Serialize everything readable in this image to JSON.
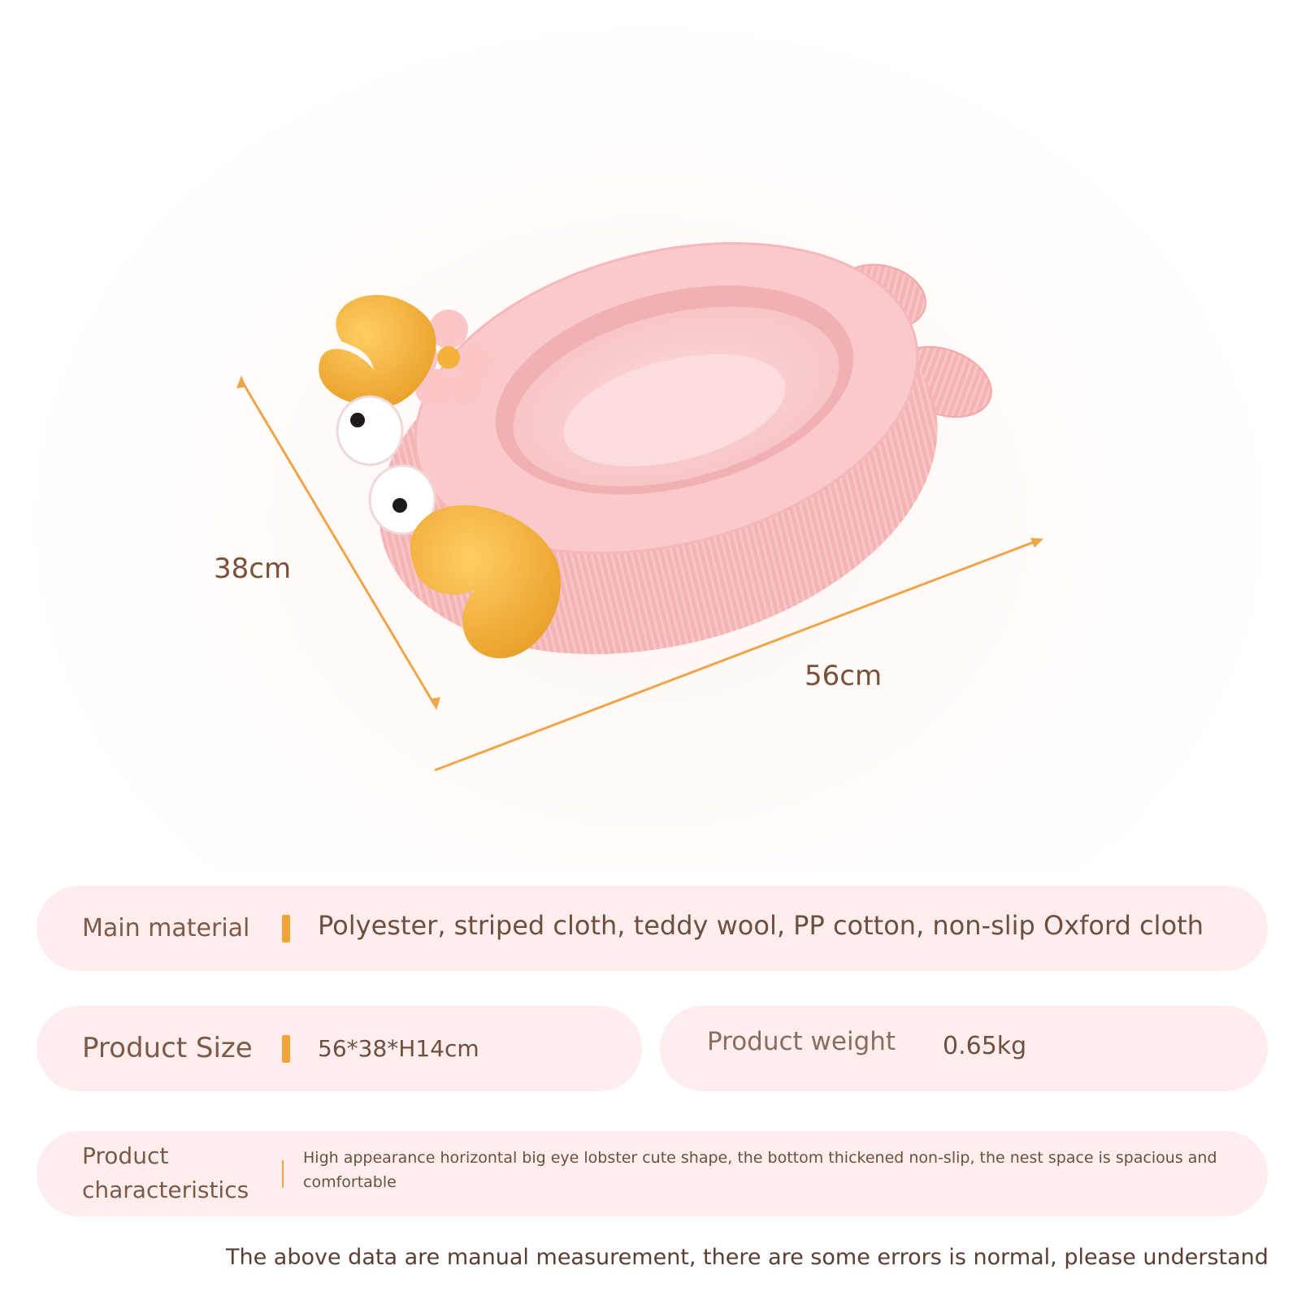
{
  "dimensions": {
    "depth_label": "38cm",
    "width_label": "56cm"
  },
  "specs": {
    "main_material": {
      "label": "Main material",
      "value": "Polyester, striped cloth, teddy wool, PP cotton, non-slip Oxford cloth"
    },
    "product_size": {
      "label": "Product Size",
      "value": "56*38*H14cm"
    },
    "product_weight": {
      "label": "Product weight",
      "value": "0.65kg"
    },
    "product_characteristics": {
      "label_line1": "Product",
      "label_line2": "characteristics",
      "value_line1": "High appearance horizontal big eye lobster cute shape, the bottom thickened non-slip, the nest space is spacious and",
      "value_line2": "comfortable"
    }
  },
  "footnote": "The above data are manual measurement, there are some errors is normal, please understand",
  "colors": {
    "pill_background": "#fdeeed",
    "accent_bar": "#f0a43a",
    "dimension_line": "#f0a44a",
    "bed_pink": "#f6b9bb",
    "bed_inner": "#fbd3d4",
    "claw_yellow": "#f4b23a"
  }
}
